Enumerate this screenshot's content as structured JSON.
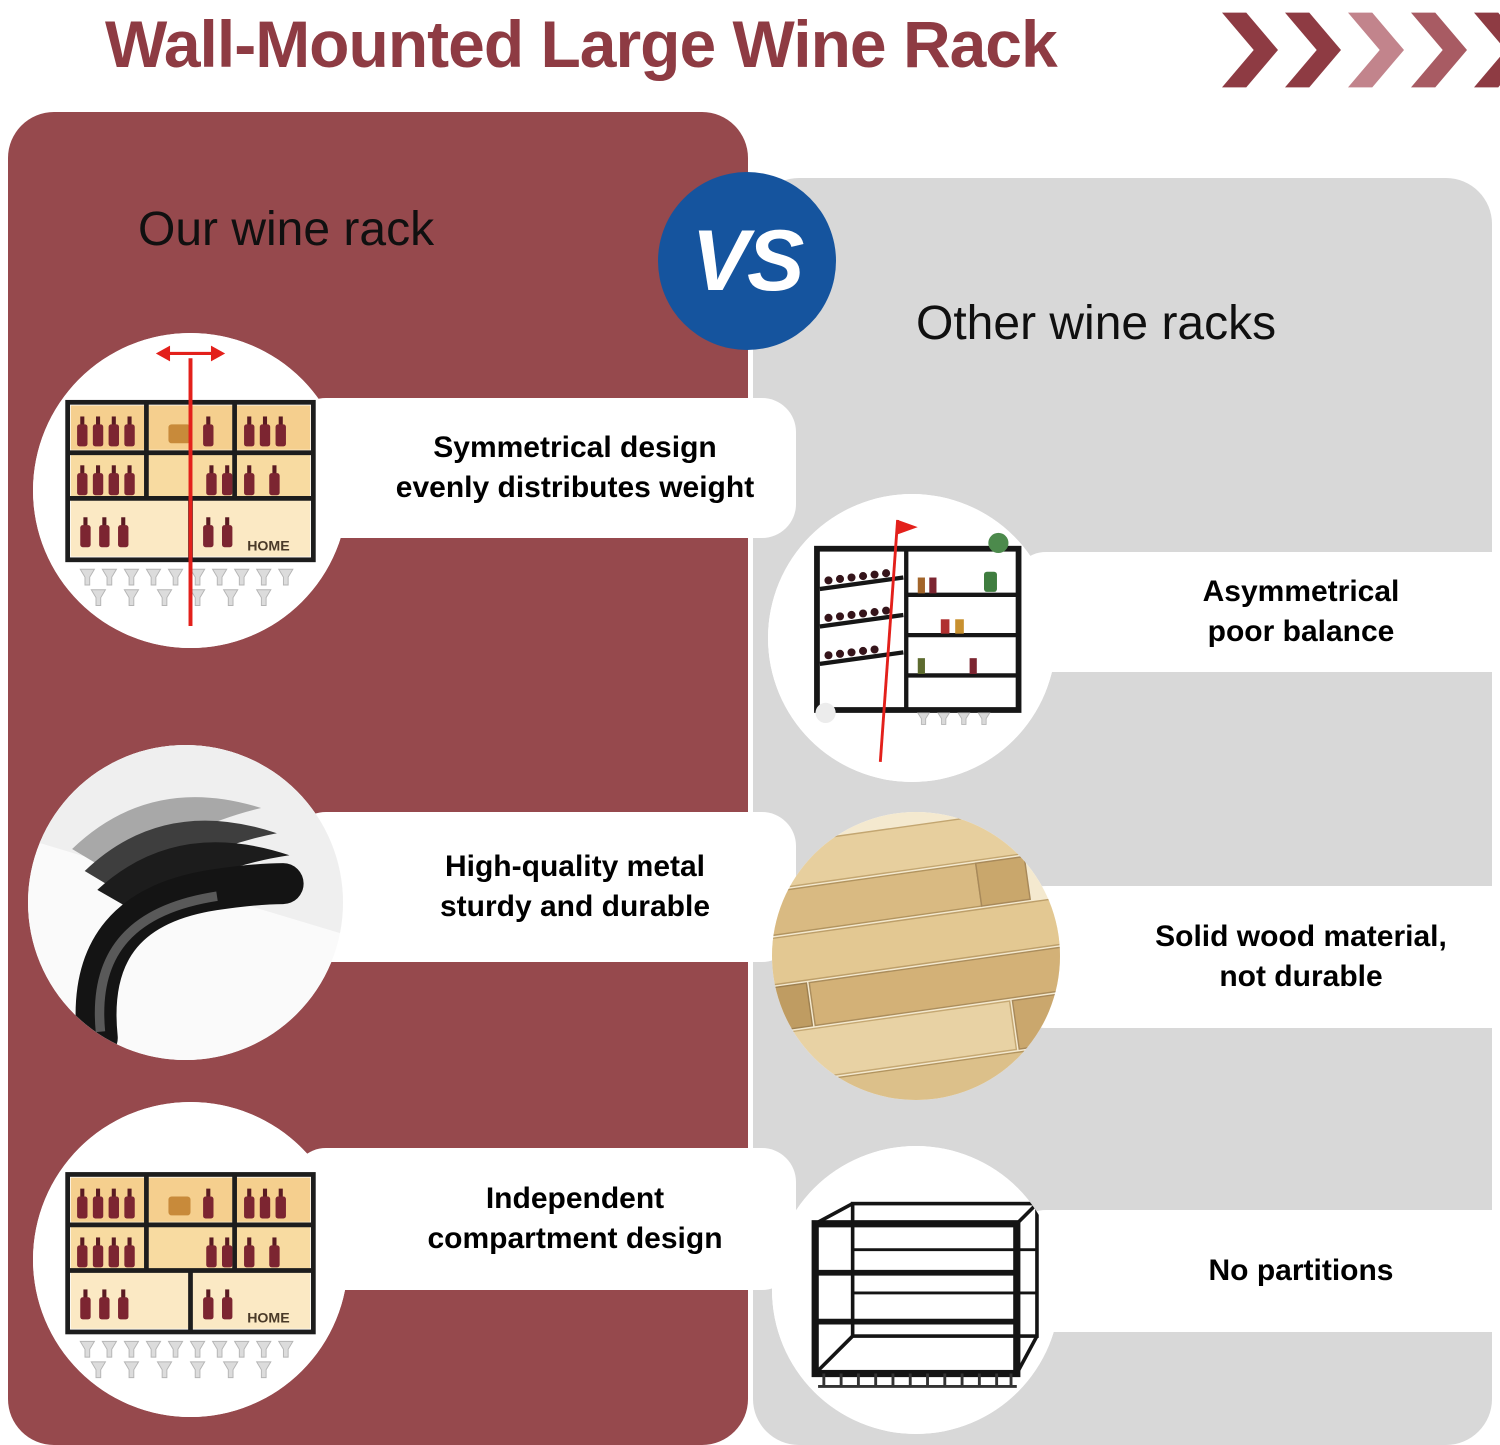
{
  "header": {
    "title": "Wall-Mounted Large Wine Rack",
    "chevrons": [
      {
        "name": "chevron-right-icon",
        "color": "#8e3b43"
      },
      {
        "name": "chevron-right-icon",
        "color": "#8e3b43"
      },
      {
        "name": "chevron-right-icon",
        "color": "#c2848c"
      },
      {
        "name": "chevron-right-icon",
        "color": "#a85b63"
      },
      {
        "name": "chevron-right-icon",
        "color": "#8e3b43"
      }
    ]
  },
  "vs_badge": {
    "label": "VS",
    "color": "#15549e"
  },
  "left_panel": {
    "heading": "Our wine rack",
    "background": "#96494d",
    "items": [
      {
        "label": "Symmetrical design evenly distributes weight",
        "image": "symmetrical-wine-rack-photo",
        "photo_text": "HOME"
      },
      {
        "label": "High-quality metal sturdy and durable",
        "image": "metal-material-photo"
      },
      {
        "label": "Independent compartment design",
        "image": "compartment-wine-rack-photo",
        "photo_text": "HOME"
      }
    ]
  },
  "right_panel": {
    "heading": "Other wine racks",
    "background": "#d8d8d8",
    "items": [
      {
        "label": "Asymmetrical poor balance",
        "image": "asymmetrical-rack-photo"
      },
      {
        "label": "Solid wood material, not durable",
        "image": "wood-planks-photo"
      },
      {
        "label": "No partitions",
        "image": "open-rack-no-partition-photo"
      }
    ]
  }
}
